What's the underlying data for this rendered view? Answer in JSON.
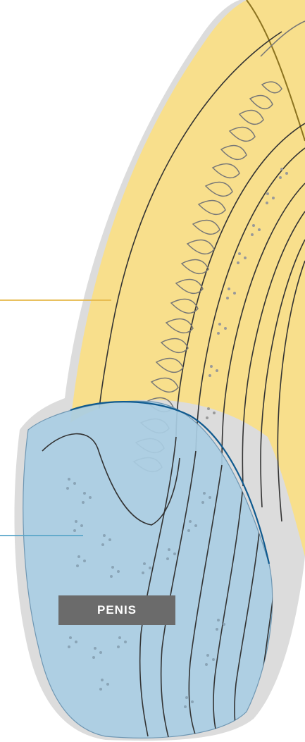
{
  "colors": {
    "background": "#ffffff",
    "outer_halo": "#dcdcdc",
    "shaft_fill": "#f8df8c",
    "shaft_outline": "#8c7320",
    "glans_fill": "#a9cde3",
    "glans_outline": "#0f5a8f",
    "line_dark": "#333333",
    "leader_top": "#e6b84a",
    "leader_bottom": "#5aa6c9",
    "label_fill": "#6b6b6b",
    "label_text": "#ffffff",
    "dot_color": "#888888"
  },
  "icons": {
    "top_leader": "leader-line",
    "bottom_leader": "leader-line"
  },
  "label": {
    "text": "PENIS"
  }
}
